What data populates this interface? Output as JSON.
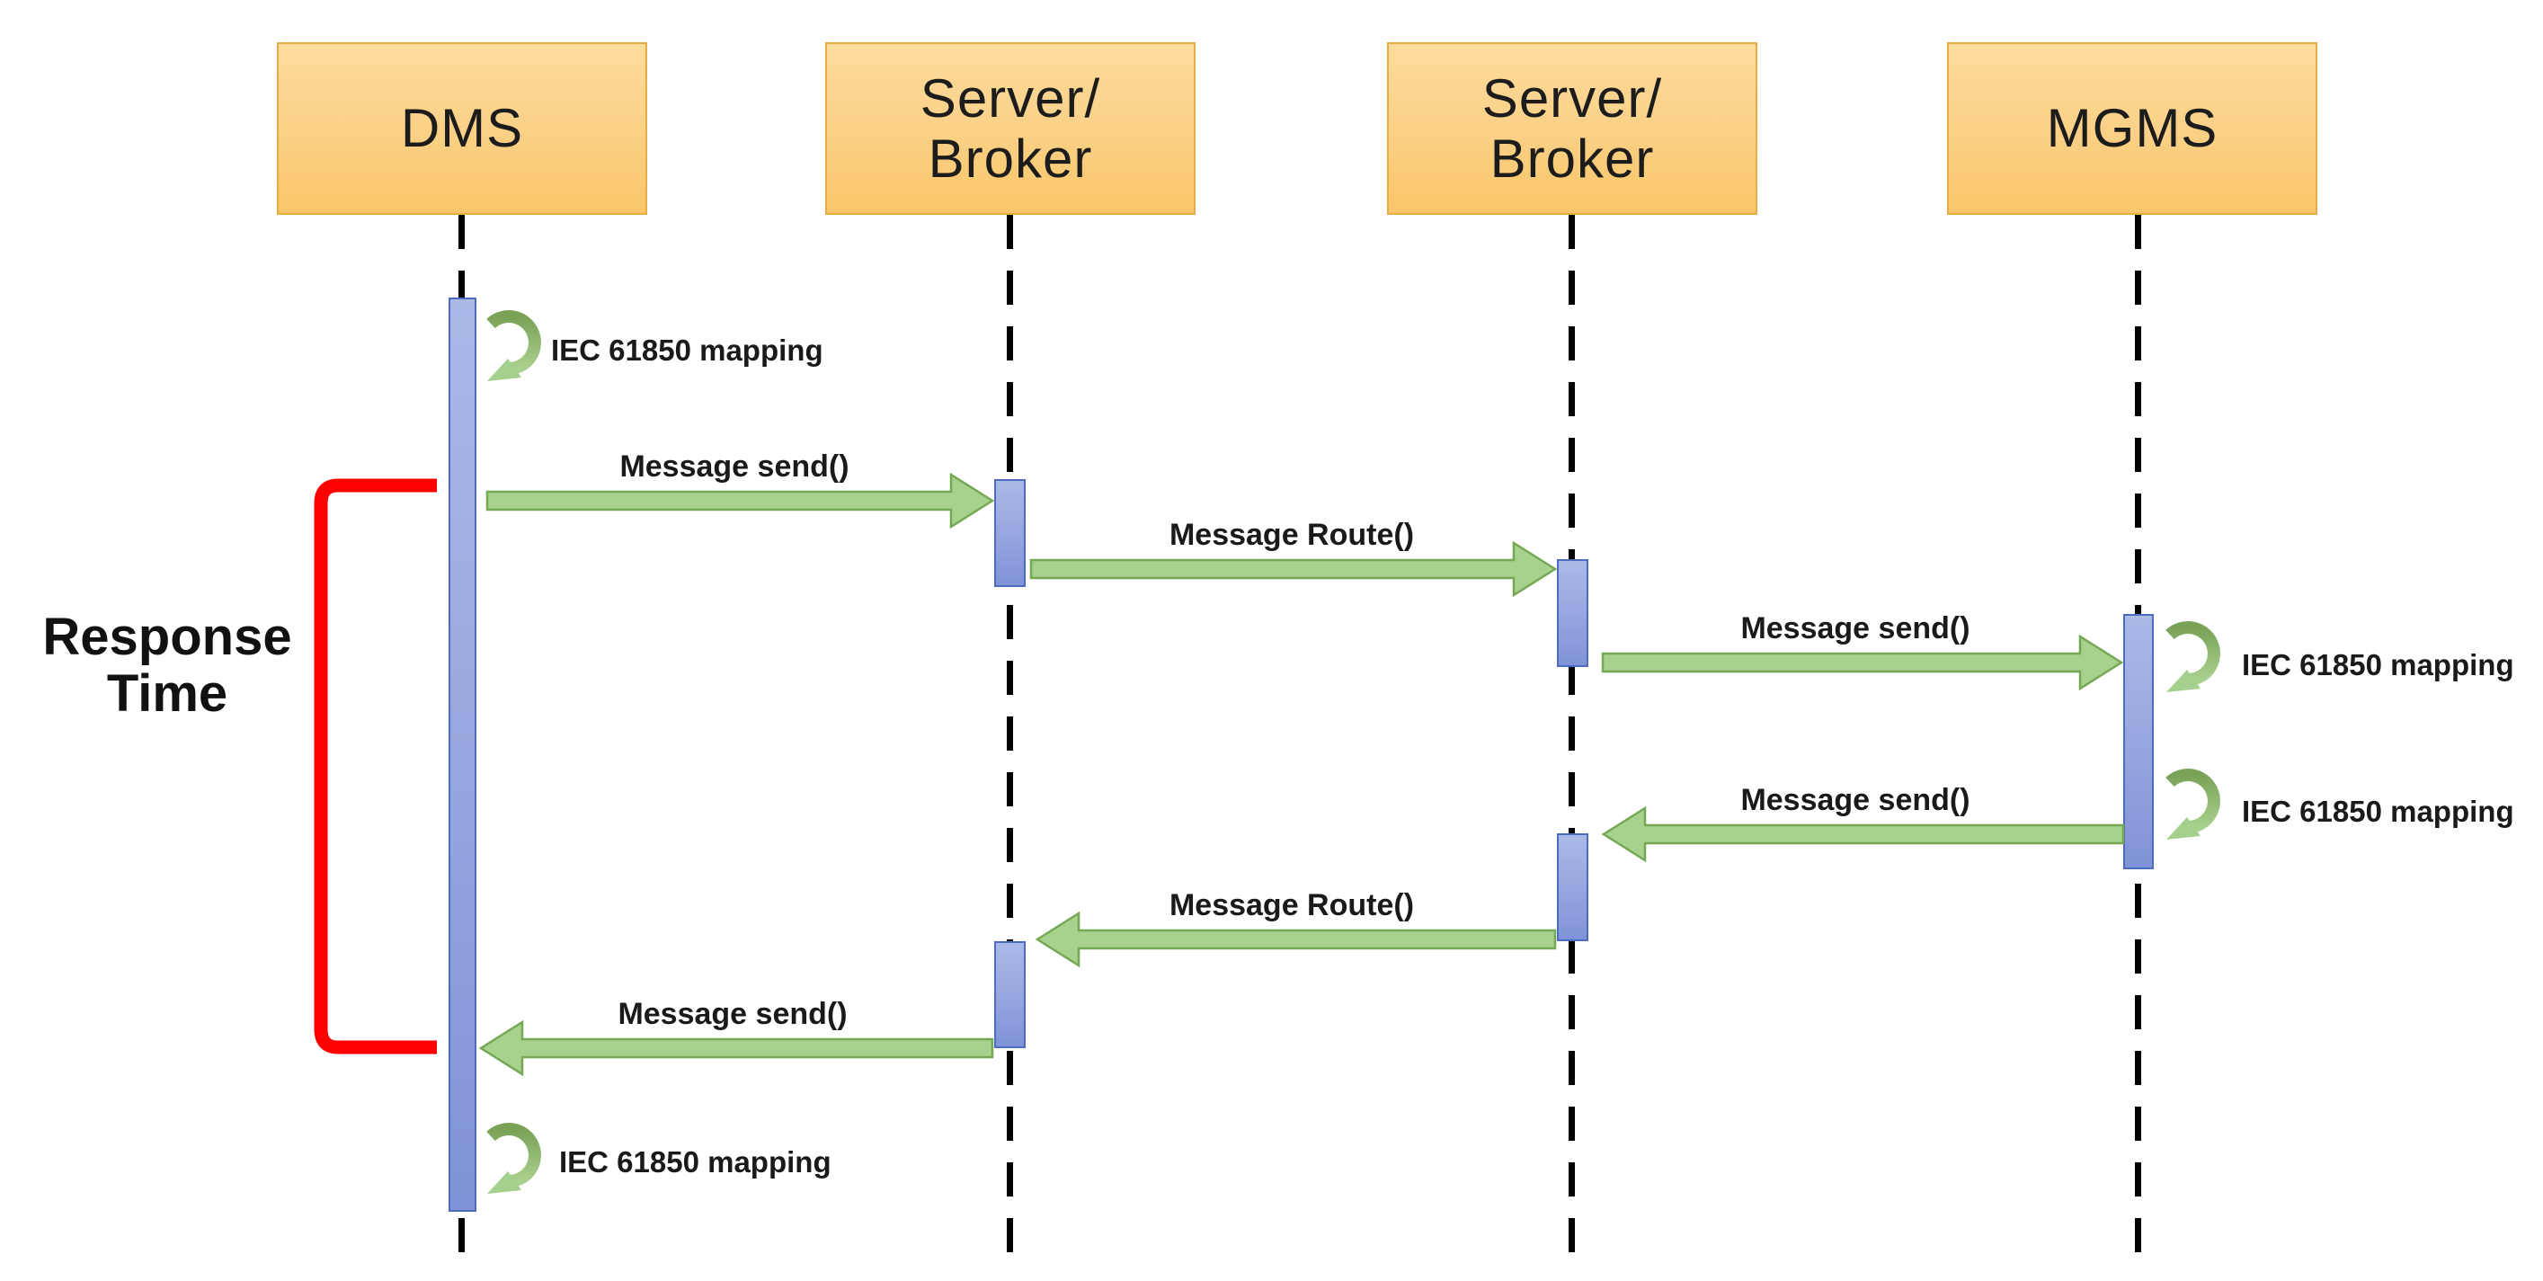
{
  "actors": [
    {
      "id": "dms",
      "label": "DMS"
    },
    {
      "id": "server-broker-1",
      "label": "Server/\nBroker"
    },
    {
      "id": "server-broker-2",
      "label": "Server/\nBroker"
    },
    {
      "id": "mgms",
      "label": "MGMS"
    }
  ],
  "messages": [
    {
      "label": "Message send()",
      "from": "DMS",
      "to": "Server/Broker 1",
      "direction": "right"
    },
    {
      "label": "Message Route()",
      "from": "Server/Broker 1",
      "to": "Server/Broker 2",
      "direction": "right"
    },
    {
      "label": "Message send()",
      "from": "Server/Broker 2",
      "to": "MGMS",
      "direction": "right"
    },
    {
      "label": "Message send()",
      "from": "MGMS",
      "to": "Server/Broker 2",
      "direction": "left"
    },
    {
      "label": "Message Route()",
      "from": "Server/Broker 2",
      "to": "Server/Broker 1",
      "direction": "left"
    },
    {
      "label": "Message send()",
      "from": "Server/Broker 1",
      "to": "DMS",
      "direction": "left"
    }
  ],
  "self_loops": [
    {
      "label": "IEC 61850 mapping",
      "actor": "DMS",
      "position": "top"
    },
    {
      "label": "IEC 61850 mapping",
      "actor": "MGMS",
      "position": "upper"
    },
    {
      "label": "IEC 61850 mapping",
      "actor": "MGMS",
      "position": "lower"
    },
    {
      "label": "IEC 61850 mapping",
      "actor": "DMS",
      "position": "bottom"
    }
  ],
  "annotation": {
    "label": "Response\nTime"
  },
  "colors": {
    "actor_fill_top": "#FCDC9B",
    "actor_fill_bottom": "#F9C669",
    "actor_border": "#E8AC44",
    "activation_fill_top": "#ABB9E7",
    "activation_fill_bottom": "#8093D8",
    "activation_border": "#4D6CC0",
    "arrow_fill": "#A9D18E",
    "arrow_border": "#74A853",
    "loop_dark": "#79A257",
    "loop_light": "#A9D18E",
    "bracket": "#FF0000",
    "lifeline": "#000000",
    "text": "#1A1A1A"
  }
}
